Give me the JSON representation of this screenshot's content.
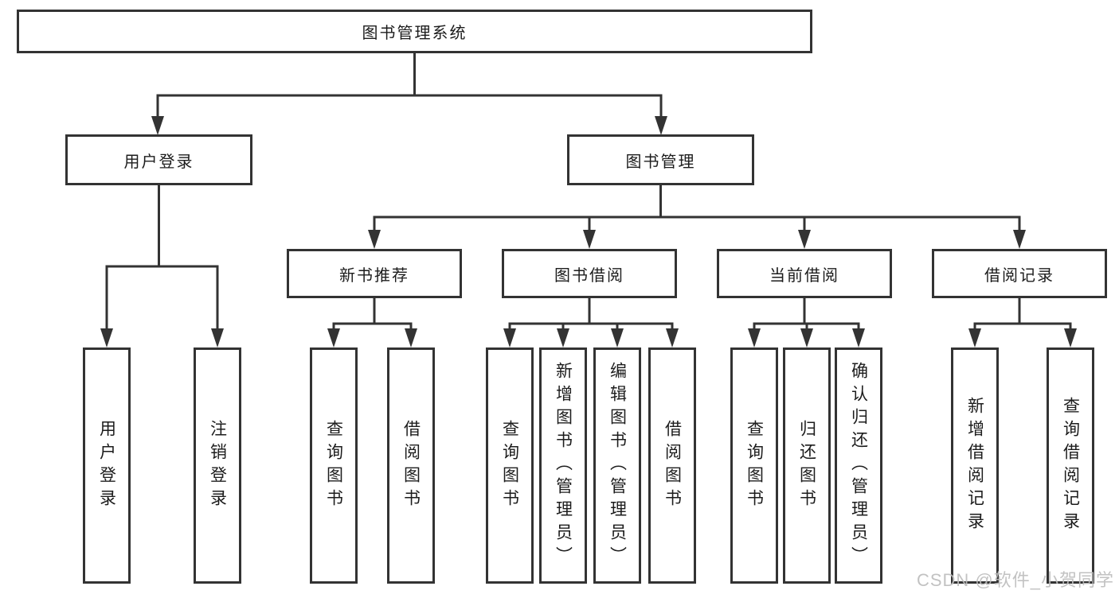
{
  "diagram": {
    "root": "图书管理系统",
    "branches": [
      {
        "label": "用户登录",
        "children": [
          "用户登录",
          "注销登录"
        ]
      },
      {
        "label": "图书管理",
        "sections": [
          {
            "label": "新书推荐",
            "children": [
              "查询图书",
              "借阅图书"
            ]
          },
          {
            "label": "图书借阅",
            "children": [
              "查询图书",
              "新增图书（管理员）",
              "编辑图书（管理员）",
              "借阅图书"
            ]
          },
          {
            "label": "当前借阅",
            "children": [
              "查询图书",
              "归还图书",
              "确认归还（管理员）"
            ]
          },
          {
            "label": "借阅记录",
            "children": [
              "新增借阅记录",
              "查询借阅记录"
            ]
          }
        ]
      }
    ]
  },
  "watermark": "CSDN @软件_小贺同学",
  "colors": {
    "line": "#333333",
    "text": "#1c1c1c",
    "watermark": "#bdbdbd",
    "background": "#ffffff"
  }
}
